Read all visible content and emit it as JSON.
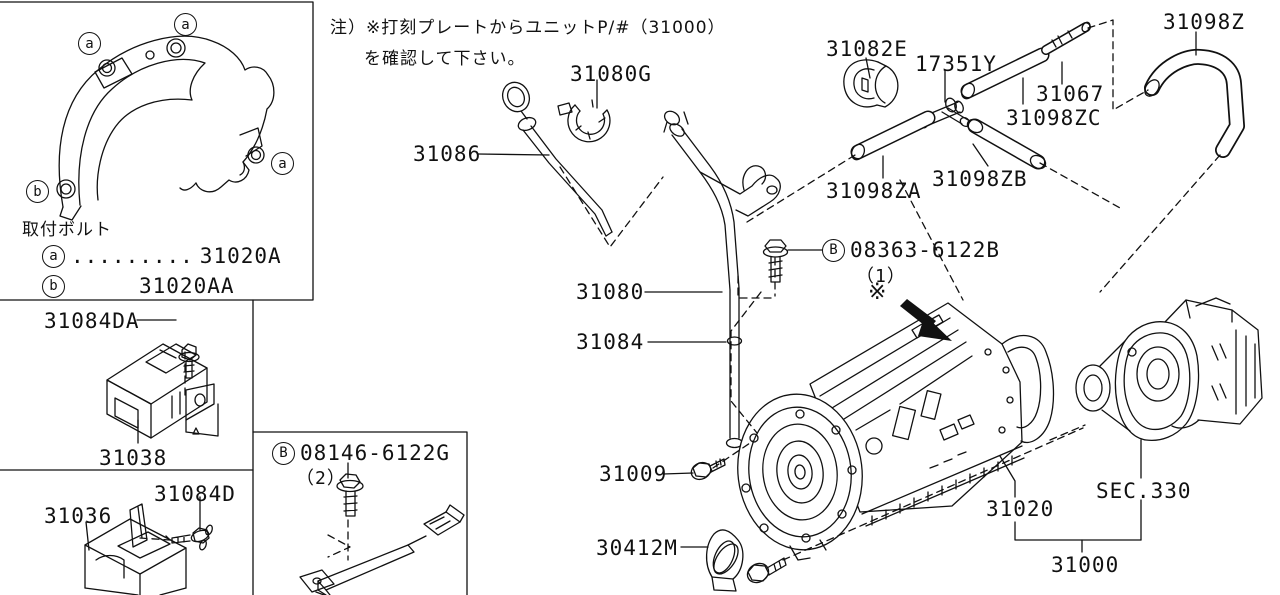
{
  "note": {
    "line1": "注）※打刻プレートからユニットP/#（31000）",
    "line2": "を確認して下さい。"
  },
  "legend": {
    "title": "取付ボルト",
    "rows": [
      {
        "letter": "a",
        "dots": ".........",
        "part": "31020A"
      },
      {
        "letter": "b",
        "dots": "",
        "part": "31020AA"
      }
    ]
  },
  "markers": {
    "a": "a",
    "b": "b",
    "B": "B"
  },
  "symbols": {
    "asterisk": "※"
  },
  "parts": {
    "p31080G": "31080G",
    "p31086": "31086",
    "p31082E": "31082E",
    "p17351Y": "17351Y",
    "p31067": "31067",
    "p31098ZC": "31098ZC",
    "p31098Z": "31098Z",
    "p31098ZA": "31098ZA",
    "p31098ZB": "31098ZB",
    "p31080": "31080",
    "p31084": "31084",
    "p31009": "31009",
    "p30412M": "30412M",
    "p31020": "31020",
    "sec330": "SEC.330",
    "p31000": "31000",
    "p31084DA": "31084DA",
    "p31038": "31038",
    "p31036": "31036",
    "p31084D": "31084D"
  },
  "callouts": {
    "b1": {
      "letter": "B",
      "code": "08363-6122B",
      "qty": "（1）"
    },
    "b2": {
      "letter": "B",
      "code": "08146-6122G",
      "qty": "（2）"
    }
  },
  "colors": {
    "line": "#111111",
    "background": "#ffffff"
  }
}
